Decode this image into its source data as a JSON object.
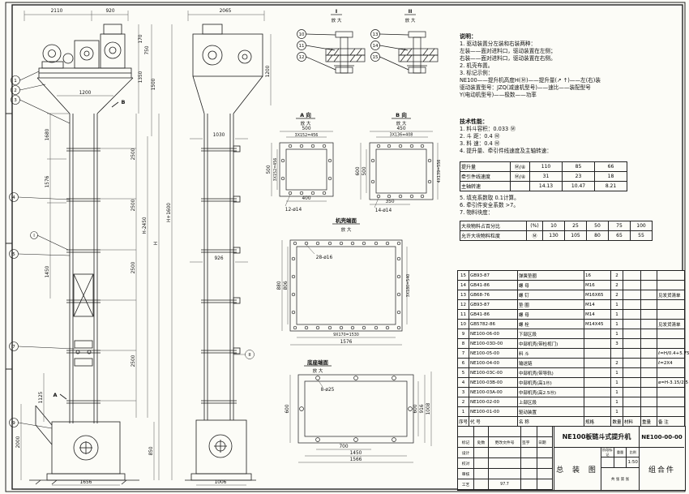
{
  "drawing": {
    "front": {
      "balloons": [
        "1",
        "2",
        "3",
        "4",
        "5",
        "7",
        "9"
      ],
      "marker_a": "A",
      "marker_b": "B",
      "marker_i": "I",
      "dims": [
        "2110",
        "920",
        "170",
        "750",
        "1350",
        "1500",
        "1200",
        "1680",
        "1576",
        "2500",
        "2500",
        "2500",
        "2500",
        "H+1600",
        "H-2450",
        "H",
        "1450",
        "1125",
        "2000",
        "850",
        "1656"
      ]
    },
    "side": {
      "marker_ii": "II",
      "dims": [
        "2065",
        "1200",
        "1030",
        "926",
        "1006"
      ]
    },
    "detail1": {
      "title": "I",
      "sub": "放 大",
      "balloons": [
        "10",
        "11",
        "12"
      ]
    },
    "detail2": {
      "title": "II",
      "sub": "放 大",
      "balloons": [
        "13",
        "14",
        "15"
      ]
    },
    "viewA": {
      "title": "A 向",
      "sub": "放 大",
      "dims": [
        "500",
        "3X152=456",
        "500",
        "3X152=456",
        "400",
        "12-ø14"
      ]
    },
    "viewB": {
      "title": "B 向",
      "sub": "放 大",
      "dims": [
        "450",
        "3X136=408",
        "600",
        "500",
        "4X139=556",
        "350",
        "14-ø14"
      ]
    },
    "casing": {
      "title": "机壳端面",
      "sub": "放 大",
      "dims": [
        "28-ø16",
        "880",
        "806",
        "3X180=540",
        "9X170=1530",
        "1576"
      ]
    },
    "base": {
      "title": "底座端面",
      "sub": "放 大",
      "dims": [
        "8-ø25",
        "600",
        "600",
        "916",
        "1008",
        "700",
        "1450",
        "1566"
      ]
    }
  },
  "notes": {
    "title": "说明：",
    "lines": [
      "1. 驱动装置分左装和右装两种：",
      "   左装——面对进料口，驱动装置在左侧；",
      "   右装——面对进料口，驱动装置在右侧。",
      "2. 机壳布置。",
      "3. 标记示例：",
      "   NE100——提升机高度H(Ⓜ)——提升量(↗ ↑)——左(右)装",
      "   驱动装置型号：JZQ(减速机型号)——速比——装配型号",
      "   Y(电动机型号)——极数——功率"
    ]
  },
  "tech": {
    "title": "技术性能：",
    "lines": [
      "1. 料斗容积：0.033 Ⓜ",
      "2. 斗  距：0.4 Ⓜ",
      "3. 料  速：0.4 Ⓜ",
      "4. 提升量、牵引件线速度及主轴转速："
    ],
    "speed_table": {
      "rows": [
        [
          "提升量",
          "Ⓜ/④",
          "110",
          "85",
          "66"
        ],
        [
          "牵引件线速度",
          "Ⓜ/④",
          "31",
          "23",
          "18"
        ],
        [
          "主轴转速",
          "",
          "14.13",
          "10.47",
          "8.21"
        ]
      ]
    },
    "lines2": [
      "5. 填充系数取 0.1计算。",
      "6. 牵引件安全系数 >7。",
      "7. 物料块度："
    ],
    "lump_table": {
      "rows": [
        [
          "大块物料占百分比",
          "(%)",
          "10",
          "25",
          "50",
          "75",
          "100"
        ],
        [
          "允许大块物料粒度",
          "Ⓜ",
          "130",
          "105",
          "80",
          "65",
          "55"
        ]
      ]
    }
  },
  "bom": {
    "rows": [
      [
        "15",
        "GB93-87",
        "弹簧垫圈",
        "16",
        "2",
        "",
        "",
        ""
      ],
      [
        "14",
        "GB41-86",
        "螺  母",
        "M16",
        "2",
        "",
        "",
        ""
      ],
      [
        "13",
        "GB68-76",
        "螺  钉",
        "M16X65",
        "2",
        "",
        "",
        "见发货清单"
      ],
      [
        "12",
        "GB93-87",
        "垫  圈",
        "M14",
        "1",
        "",
        "",
        ""
      ],
      [
        "11",
        "GB41-86",
        "螺  母",
        "M14",
        "1",
        "",
        "",
        ""
      ],
      [
        "10",
        "GB5782-86",
        "螺  栓",
        "M14X45",
        "1",
        "",
        "",
        "见发货清单"
      ],
      [
        "9",
        "NE100-06-00",
        "下部区段",
        "",
        "1",
        "",
        "",
        ""
      ],
      [
        "8",
        "NE100-03D-00",
        "中部机壳(带检视门)",
        "",
        "3",
        "",
        "",
        ""
      ],
      [
        "7",
        "NE100-05-00",
        "料  斗",
        "",
        "",
        "",
        "",
        "ℓ=H/0.4+5.75"
      ],
      [
        "6",
        "NE100-04-00",
        "输送链",
        "",
        "2",
        "",
        "",
        "ℓ=2X4"
      ],
      [
        "5",
        "NE100-03C-00",
        "中部机壳(带导轨)",
        "",
        "1",
        "",
        "",
        ""
      ],
      [
        "4",
        "NE100-03B-00",
        "中部机壳(高1Ⓜ)",
        "",
        "1",
        "",
        "",
        "ø=H-3.15/2.5"
      ],
      [
        "3",
        "NE100-03A-00",
        "中部机壳(高2.5Ⓜ)",
        "",
        "1",
        "",
        "",
        ""
      ],
      [
        "2",
        "NE100-02-00",
        "上部区段",
        "",
        "1",
        "",
        "",
        ""
      ],
      [
        "1",
        "NE100-01-00",
        "驱动装置",
        "",
        "1",
        "",
        "",
        ""
      ],
      [
        "序号",
        "代  号",
        "名  称",
        "规格",
        "数量",
        "材料",
        "重量",
        "备 注"
      ]
    ]
  },
  "titleblock": {
    "left_rows": [
      [
        "",
        "",
        "",
        "",
        ""
      ],
      [
        "标记",
        "处数",
        "更改文件号",
        "签字",
        "日期"
      ],
      [
        "设计",
        "",
        "",
        "",
        ""
      ],
      [
        "校对",
        "",
        "",
        "",
        ""
      ],
      [
        "审核",
        "",
        "",
        "",
        ""
      ],
      [
        "工艺",
        "",
        "97.7",
        "",
        ""
      ]
    ],
    "product_title": "NE100板链斗式提升机",
    "drawing_title": "总 装 图",
    "drawing_no": "NE100-00-00",
    "part_type": "组合件",
    "stage_label": "阶段标记",
    "weight_label": "重量",
    "scale_label": "比例",
    "scale_value": "1:50",
    "sheets": "共 张 第 张"
  }
}
